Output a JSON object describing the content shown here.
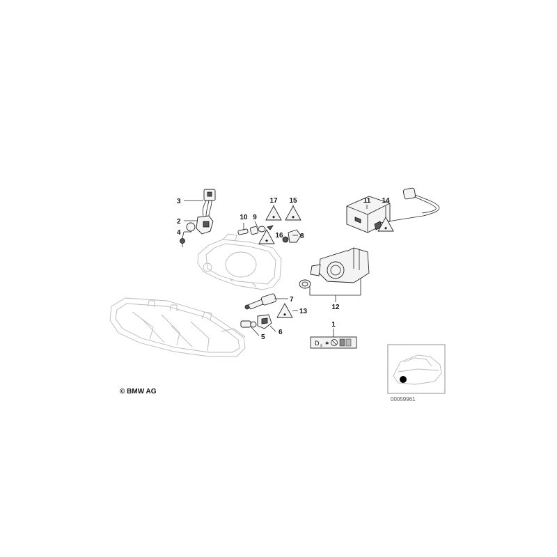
{
  "diagram": {
    "callouts": [
      {
        "id": "1",
        "label": "1"
      },
      {
        "id": "2",
        "label": "2"
      },
      {
        "id": "3",
        "label": "3"
      },
      {
        "id": "4",
        "label": "4"
      },
      {
        "id": "5",
        "label": "5"
      },
      {
        "id": "6",
        "label": "6"
      },
      {
        "id": "7",
        "label": "7"
      },
      {
        "id": "8",
        "label": "8"
      },
      {
        "id": "9",
        "label": "9"
      },
      {
        "id": "10",
        "label": "10"
      },
      {
        "id": "11",
        "label": "11"
      },
      {
        "id": "12",
        "label": "12"
      },
      {
        "id": "13",
        "label": "13"
      },
      {
        "id": "14",
        "label": "14"
      },
      {
        "id": "15",
        "label": "15"
      },
      {
        "id": "16",
        "label": "16"
      },
      {
        "id": "17",
        "label": "17"
      }
    ],
    "copyright": "© BMW AG",
    "document_id": "00059961"
  },
  "colors": {
    "line": "#222222",
    "ghost_outline": "#b8b8b8",
    "background": "#ffffff"
  }
}
